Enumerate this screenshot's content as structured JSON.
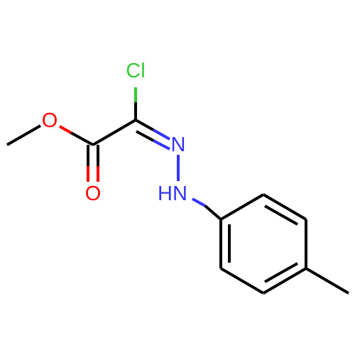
{
  "molecule": {
    "colors": {
      "bond": "#000000",
      "oxygen": "#ff0000",
      "nitrogen": "#3333ff",
      "chlorine": "#33cc33"
    },
    "atoms": {
      "chlorine": "Cl",
      "ether_oxygen": "O",
      "carbonyl_oxygen": "O",
      "imine_nitrogen": "N",
      "amine_nitrogen": "HN"
    }
  }
}
